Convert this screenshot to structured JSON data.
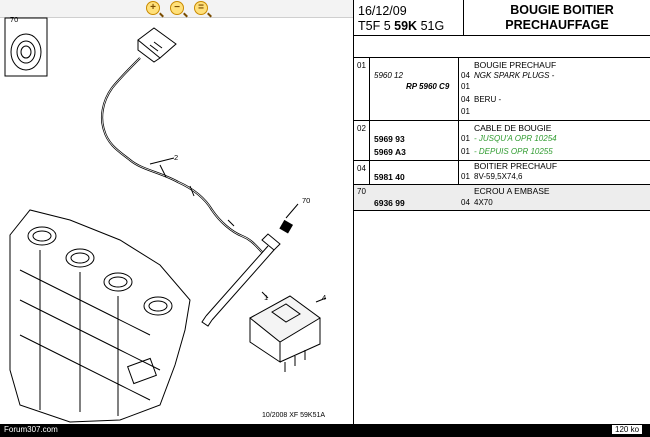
{
  "toolbar": {
    "zoom_in_icon": "zoom-in-icon",
    "zoom_out_icon": "zoom-out-icon",
    "zoom_fit_icon": "zoom-fit-icon"
  },
  "diagram": {
    "callouts": [
      "70",
      "2",
      "70",
      "1",
      "4"
    ],
    "caption": "10/2008  XF 59K51A"
  },
  "header": {
    "date": "16/12/09",
    "code_prefix": "T5F 5",
    "code_bold": "59K",
    "code_suffix": "51G",
    "title_line1": "BOUGIE   BOITIER",
    "title_line2": "PRECHAUFFAGE"
  },
  "rows": [
    {
      "group": "01",
      "title": "BOUGIE PRECHAUF",
      "lines": [
        {
          "ref": "5960 12",
          "qty": "04",
          "desc": "NGK SPARK PLUGS -",
          "style": "ital"
        },
        {
          "ref": "RP 5960 C9",
          "qty": "01",
          "desc": "",
          "style": "ital"
        },
        {
          "ref": "",
          "qty": "04",
          "desc": "BERU -",
          "style": ""
        },
        {
          "ref": "",
          "qty": "01",
          "desc": "",
          "style": ""
        }
      ]
    },
    {
      "group": "02",
      "title": "CABLE DE BOUGIE",
      "lines": [
        {
          "ref": "5969 93",
          "qty": "01",
          "desc": "- JUSQU'A OPR 10254",
          "style": "green"
        },
        {
          "ref": "5969 A3",
          "qty": "01",
          "desc": "- DEPUIS OPR 10255",
          "style": "green"
        }
      ]
    },
    {
      "group": "04",
      "title": "BOITIER PRECHAUF",
      "lines": [
        {
          "ref": "5981 40",
          "qty": "01",
          "desc": "8V-59,5X74,6",
          "style": ""
        }
      ]
    },
    {
      "group": "70",
      "title": "ECROU A EMBASE",
      "lines": [
        {
          "ref": "6936 99",
          "qty": "04",
          "desc": "4X70",
          "style": ""
        }
      ]
    }
  ],
  "footer": {
    "site": "Forum307.com",
    "size": "120 ko"
  },
  "colors": {
    "green": "#2f9b2f",
    "zoom": "#ffe07a"
  }
}
